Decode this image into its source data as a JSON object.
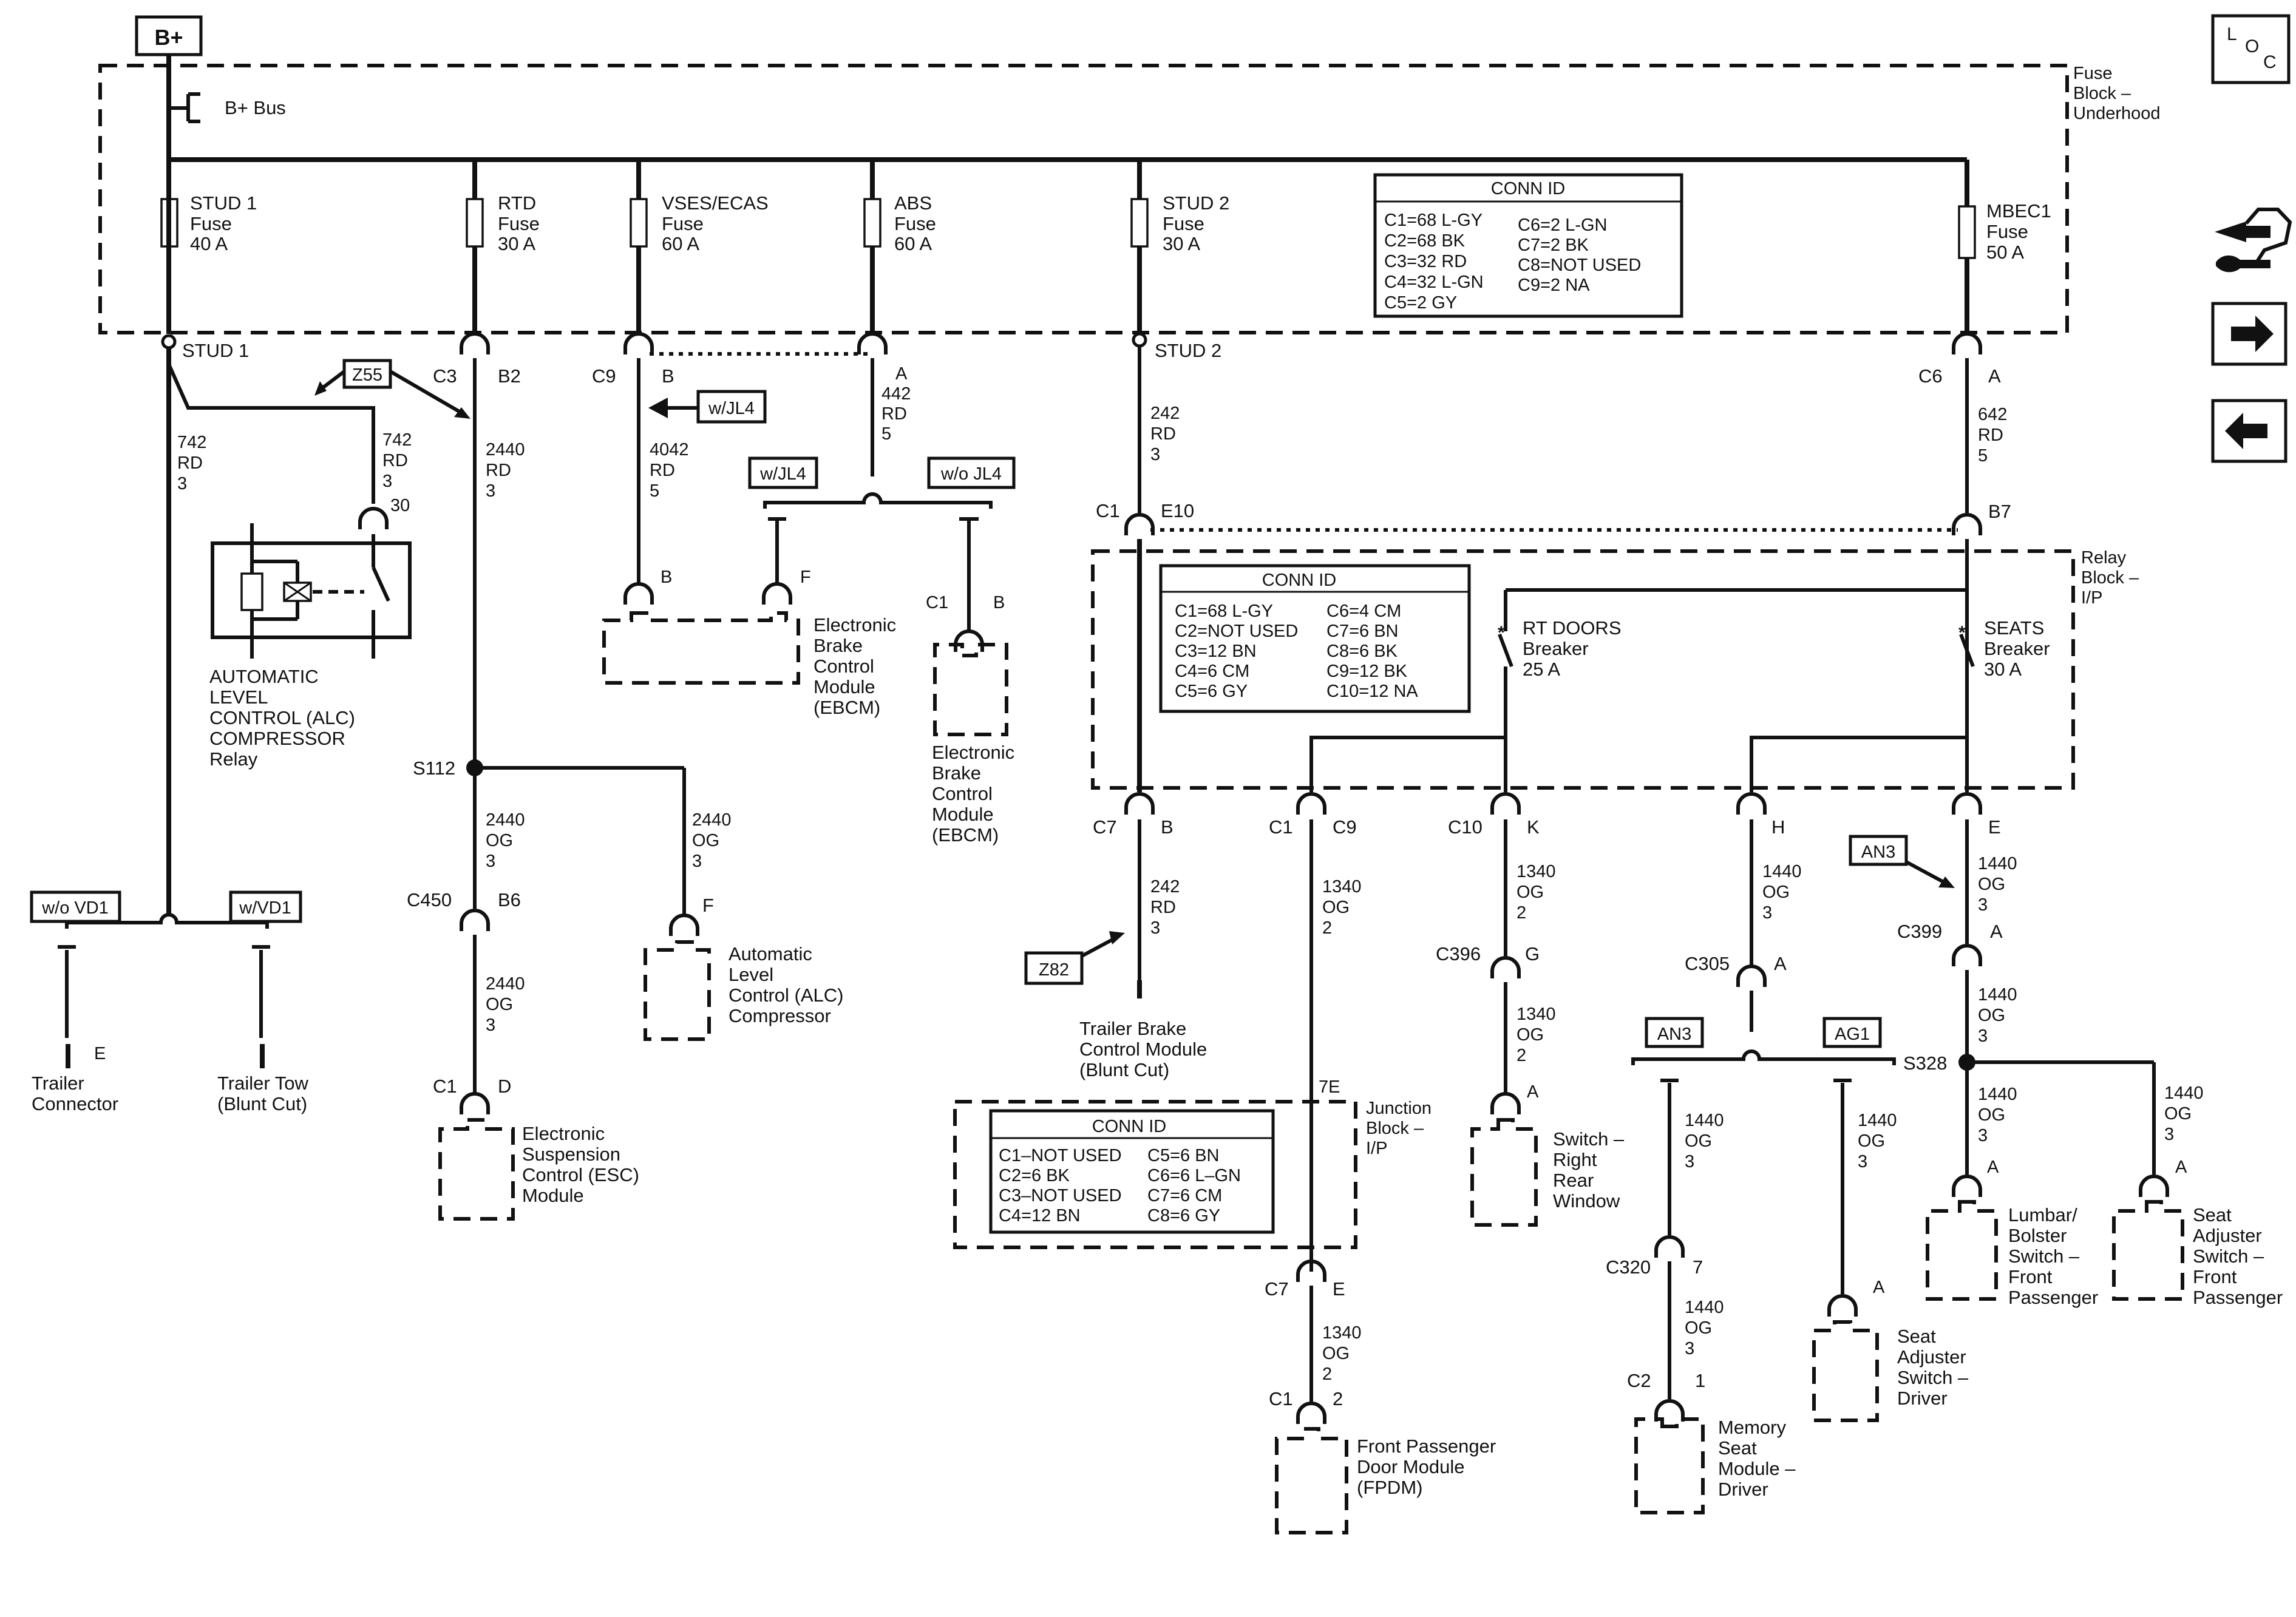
{
  "header": {
    "bplus_label": "B+",
    "bus_label": "B+ Bus",
    "loc_letters": [
      "L",
      "O",
      "C"
    ]
  },
  "nav": {
    "components_icon": "components-icon",
    "next_icon": "arrow-right-icon",
    "prev_icon": "arrow-left-icon"
  },
  "fuse_block": {
    "title": [
      "Fuse",
      "Block –",
      "Underhood"
    ],
    "fuses": [
      {
        "lines": [
          "STUD 1",
          "Fuse",
          "40 A"
        ]
      },
      {
        "lines": [
          "RTD",
          "Fuse",
          "30 A"
        ]
      },
      {
        "lines": [
          "VSES/ECAS",
          "Fuse",
          "60 A"
        ]
      },
      {
        "lines": [
          "ABS",
          "Fuse",
          "60 A"
        ]
      },
      {
        "lines": [
          "STUD 2",
          "Fuse",
          "30 A"
        ]
      },
      {
        "lines": [
          "MBEC1",
          "Fuse",
          "50 A"
        ]
      }
    ],
    "conn_id": {
      "title": "CONN ID",
      "col1": [
        "C1=68 L-GY",
        "C2=68 BK",
        "C3=32 RD",
        "C4=32 L-GN",
        "C5=2 GY"
      ],
      "col2": [
        "C6=2 L-GN",
        "C7=2 BK",
        "C8=NOT USED",
        "C9=2 NA"
      ]
    }
  },
  "relay_block": {
    "title": [
      "Relay",
      "Block –",
      "I/P"
    ],
    "conn_id": {
      "title": "CONN ID",
      "col1": [
        "C1=68 L-GY",
        "C2=NOT USED",
        "C3=12 BN",
        "C4=6 CM",
        "C5=6 GY"
      ],
      "col2": [
        "C6=4 CM",
        "C7=6 BN",
        "C8=6 BK",
        "C9=12 BK",
        "C10=12 NA"
      ]
    },
    "breakers": [
      {
        "lines": [
          "RT DOORS",
          "Breaker",
          "25 A"
        ]
      },
      {
        "lines": [
          "SEATS",
          "Breaker",
          "30 A"
        ]
      }
    ]
  },
  "junction_block": {
    "title": [
      "Junction",
      "Block –",
      "I/P"
    ],
    "conn_id": {
      "title": "CONN ID",
      "col1": [
        "C1–NOT USED",
        "C2=6 BK",
        "C3–NOT USED",
        "C4=12 BN"
      ],
      "col2": [
        "C5=6 BN",
        "C6=6 L–GN",
        "C7=6 CM",
        "C8=6 GY"
      ]
    }
  },
  "terminals": {
    "stud1": "STUD 1",
    "stud2": "STUD 2",
    "c3": "C3",
    "b2": "B2",
    "c9": "C9",
    "b_vses": "B",
    "a_abs": "A",
    "c6": "C6",
    "a_mbec": "A",
    "t30": "30",
    "c1_e10": "C1",
    "e10": "E10",
    "b7": "B7",
    "s112": "S112",
    "c450": "C450",
    "b6": "B6",
    "f_alc": "F",
    "c1_esc": "C1",
    "d_esc": "D",
    "b_ebcm1": "B",
    "f_ebcm1": "F",
    "c1_ebcm2": "C1",
    "b_ebcm2": "B",
    "e_trailer": "E",
    "c7": "C7",
    "b_c7": "B",
    "c1_c9": "C1",
    "c9_relay": "C9",
    "c10": "C10",
    "k": "K",
    "h": "H",
    "e_seat": "E",
    "c396": "C396",
    "g": "G",
    "a_switch": "A",
    "c305": "C305",
    "a_c305": "A",
    "c399": "C399",
    "a_c399": "A",
    "s328": "S328",
    "a_lumbar": "A",
    "a_seatadj": "A",
    "t7e": "7E",
    "c7_jb": "C7",
    "e_jb": "E",
    "c1_fpdm": "C1",
    "t2_fpdm": "2",
    "c320": "C320",
    "t7": "7",
    "c2_mem": "C2",
    "t1_mem": "1",
    "a_driver": "A"
  },
  "wires": {
    "w742a": [
      "742",
      "RD",
      "3"
    ],
    "w742b": [
      "742",
      "RD",
      "3"
    ],
    "w2440a": [
      "2440",
      "RD",
      "3"
    ],
    "w4042": [
      "4042",
      "RD",
      "5"
    ],
    "w442": [
      "442",
      "RD",
      "5"
    ],
    "w242a": [
      "242",
      "RD",
      "3"
    ],
    "w642": [
      "642",
      "RD",
      "5"
    ],
    "w2440b": [
      "2440",
      "OG",
      "3"
    ],
    "w2440c": [
      "2440",
      "OG",
      "3"
    ],
    "w2440d": [
      "2440",
      "OG",
      "3"
    ],
    "w242b": [
      "242",
      "RD",
      "3"
    ],
    "w1340a": [
      "1340",
      "OG",
      "2"
    ],
    "w1340b": [
      "1340",
      "OG",
      "2"
    ],
    "w1340c": [
      "1340",
      "OG",
      "2"
    ],
    "w1340d": [
      "1340",
      "OG",
      "2"
    ],
    "w1440a": [
      "1440",
      "OG",
      "3"
    ],
    "w1440b": [
      "1440",
      "OG",
      "3"
    ],
    "w1440c": [
      "1440",
      "OG",
      "3"
    ],
    "w1440d": [
      "1440",
      "OG",
      "3"
    ],
    "w1440e": [
      "1440",
      "OG",
      "3"
    ],
    "w1440f": [
      "1440",
      "OG",
      "3"
    ],
    "w1440g": [
      "1440",
      "OG",
      "3"
    ],
    "w1440h": [
      "1440",
      "OG",
      "3"
    ]
  },
  "options": {
    "z55": "Z55",
    "wjl4_arrow": "w/JL4",
    "wjl4": "w/JL4",
    "wojl4": "w/o JL4",
    "wovd1": "w/o VD1",
    "wvd1": "w/VD1",
    "z82": "Z82",
    "an3_a": "AN3",
    "an3_b": "AN3",
    "ag1": "AG1"
  },
  "components": {
    "alc_relay": [
      "AUTOMATIC",
      "LEVEL",
      "CONTROL (ALC)",
      "COMPRESSOR",
      "Relay"
    ],
    "trailer_connector": [
      "Trailer",
      "Connector"
    ],
    "trailer_tow": [
      "Trailer Tow",
      "(Blunt Cut)"
    ],
    "esc": [
      "Electronic",
      "Suspension",
      "Control (ESC)",
      "Module"
    ],
    "alc_comp": [
      "Automatic",
      "Level",
      "Control (ALC)",
      "Compressor"
    ],
    "ebcm1": [
      "Electronic",
      "Brake",
      "Control",
      "Module",
      "(EBCM)"
    ],
    "ebcm2": [
      "Electronic",
      "Brake",
      "Control",
      "Module",
      "(EBCM)"
    ],
    "tbcm": [
      "Trailer Brake",
      "Control Module",
      "(Blunt Cut)"
    ],
    "fpdm": [
      "Front Passenger",
      "Door Module",
      "(FPDM)"
    ],
    "window_switch": [
      "Switch –",
      "Right",
      "Rear",
      "Window"
    ],
    "memory_seat": [
      "Memory",
      "Seat",
      "Module –",
      "Driver"
    ],
    "seat_adj_driver": [
      "Seat",
      "Adjuster",
      "Switch –",
      "Driver"
    ],
    "lumbar": [
      "Lumbar/",
      "Bolster",
      "Switch –",
      "Front",
      "Passenger"
    ],
    "seat_adj_pass": [
      "Seat",
      "Adjuster",
      "Switch –",
      "Front",
      "Passenger"
    ]
  }
}
